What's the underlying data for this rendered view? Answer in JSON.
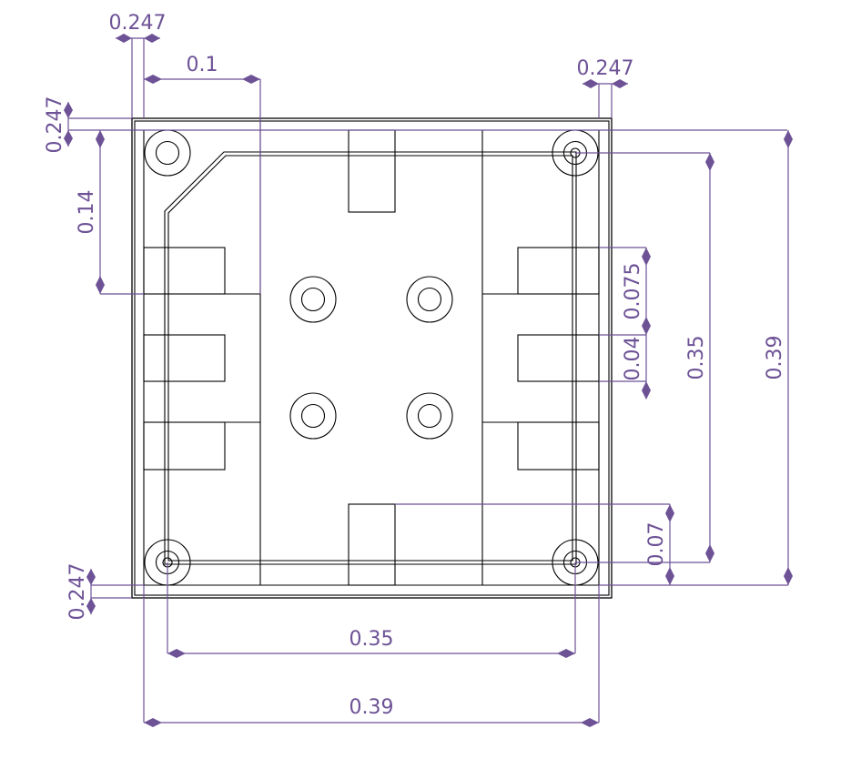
{
  "colors": {
    "dimension": "#6d5296",
    "outline": "#000000",
    "background": "#ffffff"
  },
  "dimensions": {
    "top_left_edge": "0.247",
    "top_left_width": "0.1",
    "top_right_edge": "0.247",
    "left_top_edge": "0.247",
    "left_height": "0.14",
    "right_pad_pitch": "0.075",
    "right_pad_height": "0.04",
    "right_hole_spacing": "0.35",
    "right_outer": "0.39",
    "right_bottom": "0.07",
    "left_bottom_edge": "0.247",
    "bottom_hole_spacing": "0.35",
    "bottom_outer": "0.39"
  }
}
